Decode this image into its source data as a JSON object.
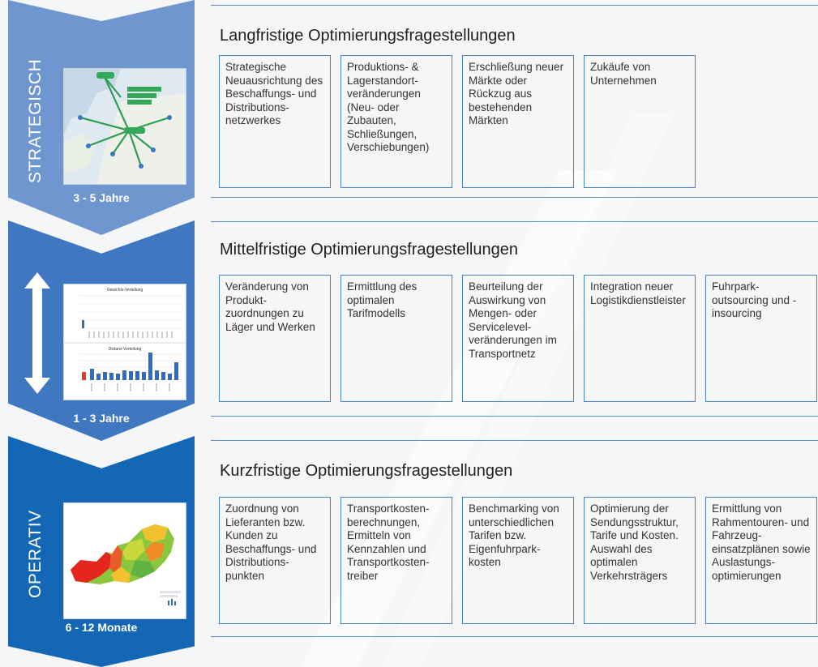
{
  "tiers": [
    {
      "vertical_label": "STRATEGISCH",
      "period": "3 - 5 Jahre",
      "title": "Langfristige Optimierungsfragestellungen",
      "boxes": [
        "Strategische Neuausrichtung des Beschaffungs- und Distributions­netzwerkes",
        "Produktions- & Lagerstandort­veränderungen (Neu- oder Zubauten, Schließungen, Verschiebungen)",
        "Erschließung neuer Märkte oder Rückzug aus bestehenden Märkten",
        "Zukäufe von Unternehmen"
      ]
    },
    {
      "vertical_label": "",
      "period": "1 - 3 Jahre",
      "title": "Mittelfristige Optimierungsfragestellungen",
      "boxes": [
        "Veränderung von Produkt­zuordnungen zu Läger und Werken",
        "Ermittlung des optimalen Tarifmodells",
        "Beurteilung der Auswirkung von Mengen- oder Servicelevel­veränderungen im Transportnetz",
        "Integration neuer Logistik­dienstleister",
        "Fuhrpark­outsourcing und -insourcing"
      ]
    },
    {
      "vertical_label": "OPERATIV",
      "period": "6 - 12 Monate",
      "title": "Kurzfristige Optimierungsfragestellungen",
      "boxes": [
        "Zuordnung von Lieferanten bzw. Kunden zu Beschaffungs- und Distributions­punkten",
        "Transportkosten­berechnungen, Ermitteln von Kennzahlen und Transportkosten­treiber",
        "Benchmarking von unterschiedli­chen Tarifen bzw. Eigenfuhrpark­kosten",
        "Optimierung der Sendungsstruktur, Tarife und Kosten. Auswahl des optimalen Verkehrsträgers",
        "Ermittlung von Rahmentouren- und Fahrzeug­einsatzplänen sowie Auslastungs­optimierungen"
      ]
    }
  ],
  "thumbnails": {
    "chart_top_title": "Gewichts-Verteilung",
    "chart_bottom_title": "Distanz-Verteilung"
  },
  "colors": {
    "strategic": "#6f96cf",
    "mid": "#3f78c0",
    "operative": "#1467b4",
    "box_border": "#4d7fc5"
  }
}
